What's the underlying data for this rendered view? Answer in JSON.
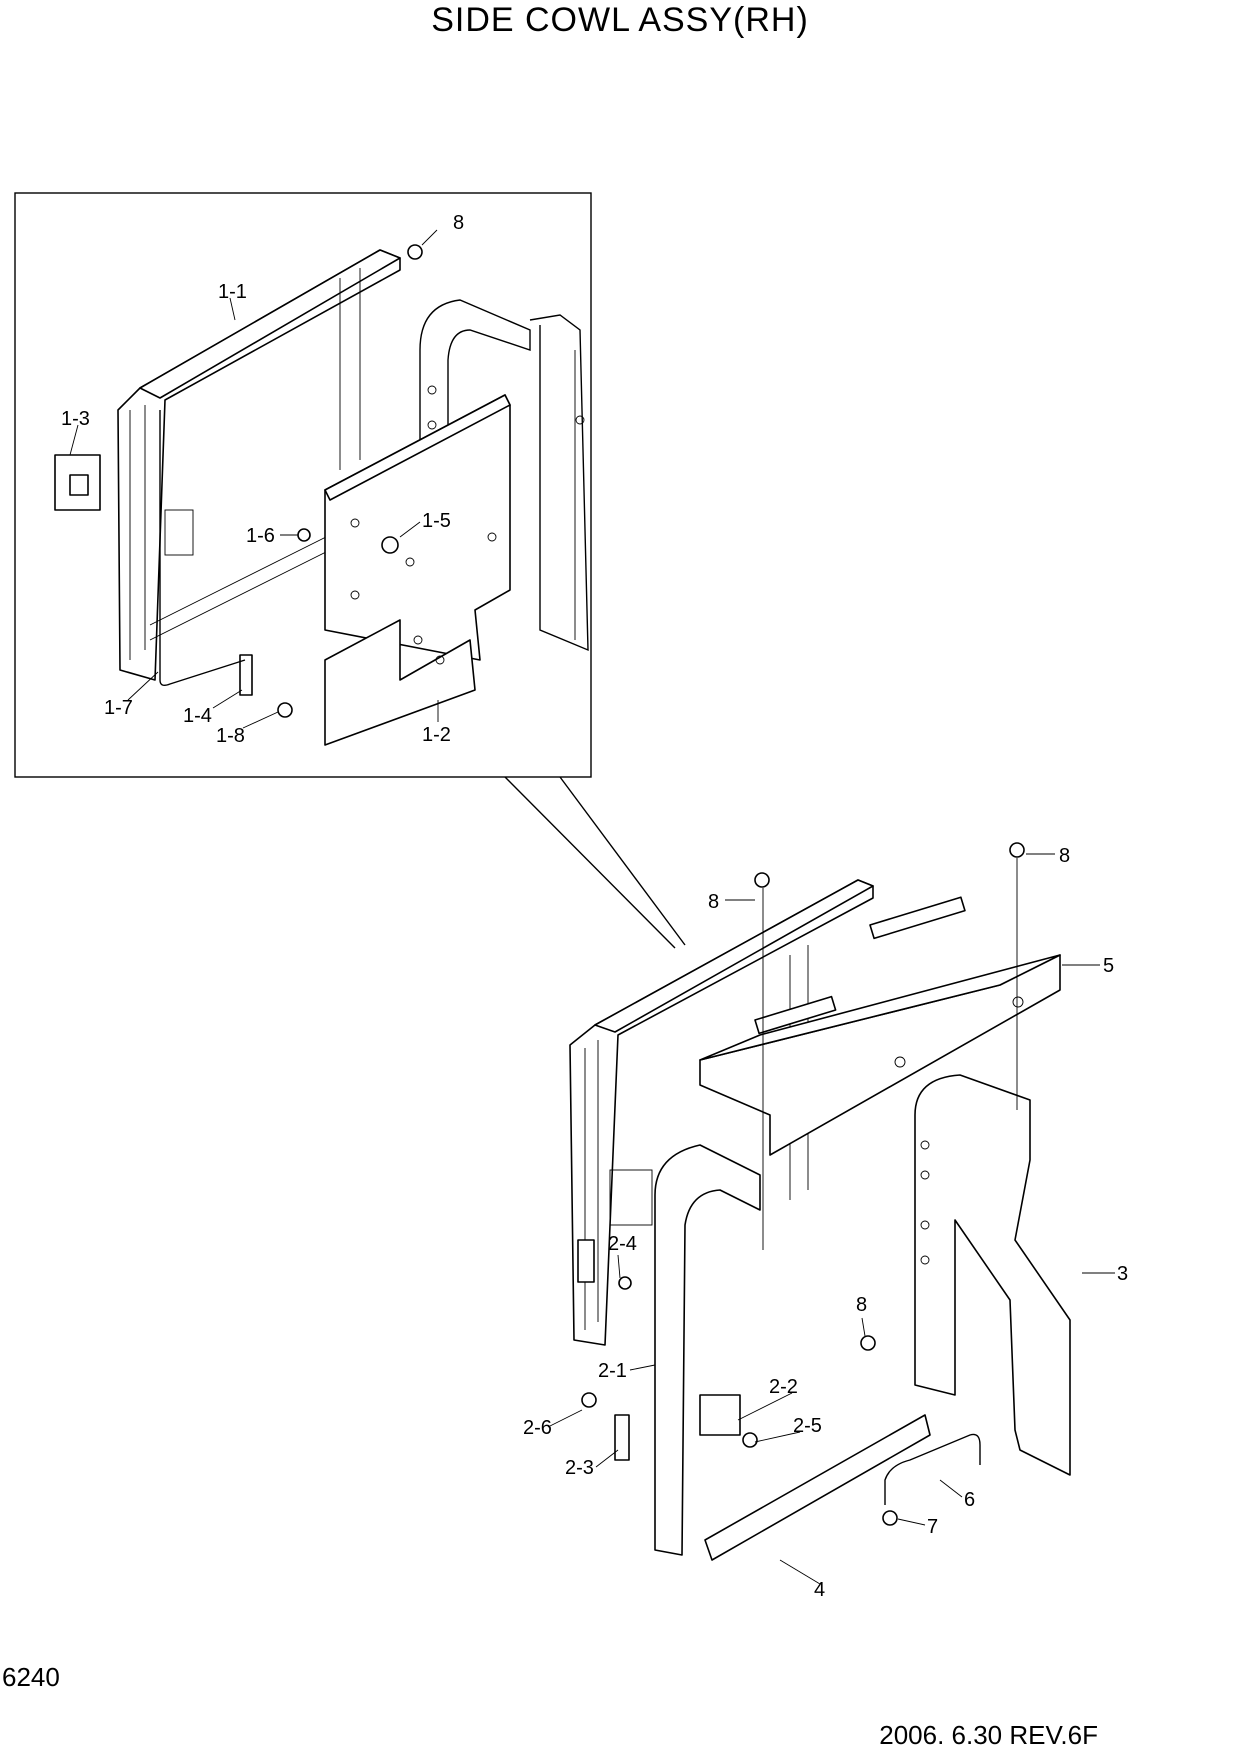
{
  "header": {
    "title": "SIDE COWL ASSY(RH)"
  },
  "footer": {
    "page_number": "6240",
    "revision": "2006. 6.30  REV.6F"
  },
  "callouts": {
    "d1_1": "1-1",
    "d1_2": "1-2",
    "d1_3": "1-3",
    "d1_4": "1-4",
    "d1_5": "1-5",
    "d1_6": "1-6",
    "d1_7": "1-7",
    "d1_8": "1-8",
    "d8_top": "8",
    "d8_left": "8",
    "d8_right": "8",
    "d8_mid": "8",
    "d5": "5",
    "d3": "3",
    "d2_1": "2-1",
    "d2_2": "2-2",
    "d2_3": "2-3",
    "d2_4": "2-4",
    "d2_5": "2-5",
    "d2_6": "2-6",
    "d6": "6",
    "d7": "7",
    "d4": "4"
  }
}
